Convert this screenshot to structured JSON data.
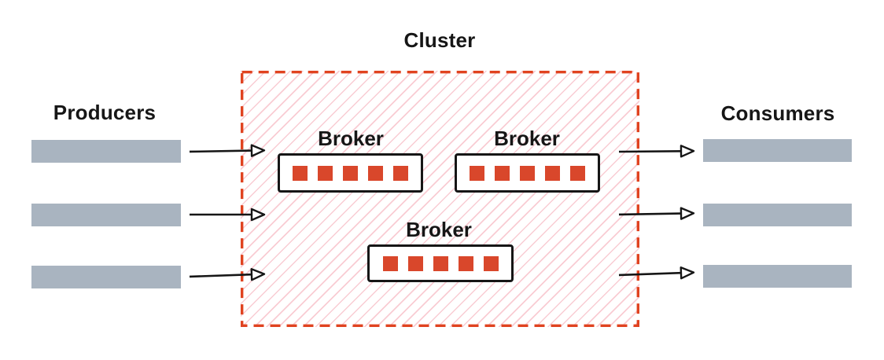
{
  "title": "Cluster",
  "producers": {
    "label": "Producers",
    "stream_count": 3
  },
  "consumers": {
    "label": "Consumers",
    "stream_count": 3
  },
  "brokers": [
    {
      "label": "Broker",
      "partition_count": 5
    },
    {
      "label": "Broker",
      "partition_count": 5
    },
    {
      "label": "Broker",
      "partition_count": 5
    }
  ],
  "colors": {
    "accent": "#e04320",
    "partition": "#d9472b",
    "hatch": "#f9ccd3",
    "bar": "#a9b4c0",
    "ink": "#161616"
  }
}
